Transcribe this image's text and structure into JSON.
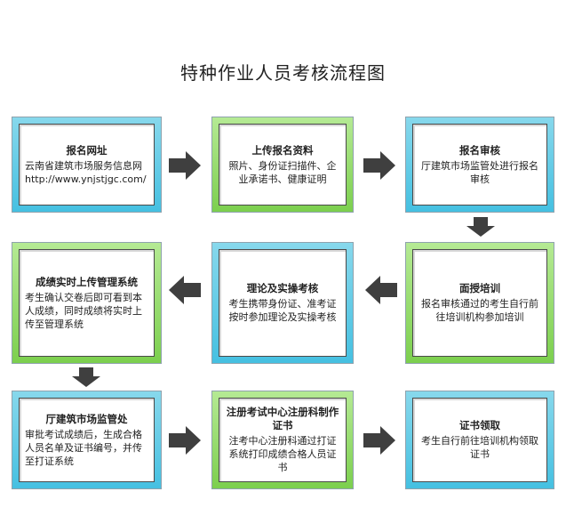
{
  "title": "特种作业人员考核流程图",
  "steps": [
    {
      "title": "报名网址",
      "body": "云南省建筑市场服务信息网 http://www.ynjstjgc.com/"
    },
    {
      "title": "上传报名资料",
      "body": "照片、身份证扫描件、企业承诺书、健康证明"
    },
    {
      "title": "报名审核",
      "body": "厅建筑市场监管处进行报名审核"
    },
    {
      "title": "面授培训",
      "body": "报名审核通过的考生自行前往培训机构参加培训"
    },
    {
      "title": "理论及实操考核",
      "body": "考生携带身份证、准考证按时参加理论及实操考核"
    },
    {
      "title": "成绩实时上传管理系统",
      "body": "考生确认交卷后即可看到本人成绩，同时成绩将实时上传至管理系统"
    },
    {
      "title": "厅建筑市场监管处",
      "body": "审批考试成绩后，生成合格人员名单及证书编号，并传至打证系统"
    },
    {
      "title": "注册考试中心注册科制作证书",
      "body": "注考中心注册科通过打证系统打印成绩合格人员证书"
    },
    {
      "title": "证书领取",
      "body": "考生自行前往培训机构领取证书"
    }
  ],
  "colors": {
    "blue_frame": "#45c0e1",
    "green_frame": "#7ccf4e",
    "arrow": "#3f3f3f"
  }
}
